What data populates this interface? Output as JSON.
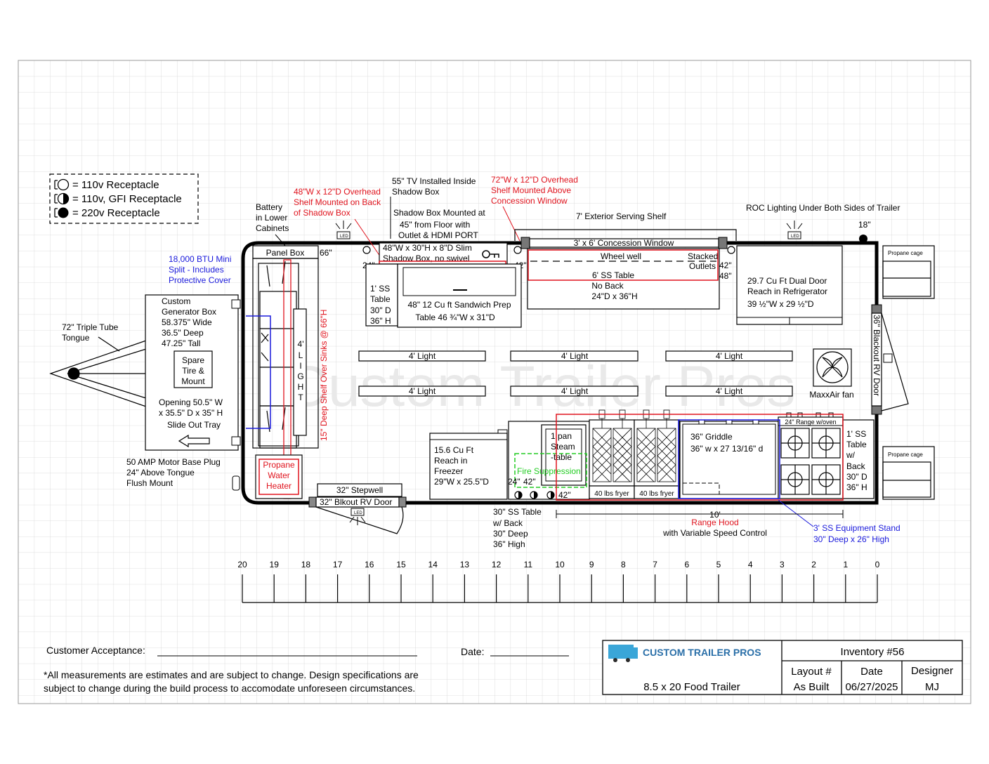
{
  "legend": {
    "r110": "= 110v Receptacle",
    "r110gfi": "= 110v, GFI Receptacle",
    "r220": "= 220v Receptacle"
  },
  "labels": {
    "mini_split": [
      "18,000 BTU Mini",
      "Split - Includes",
      "Protective Cover"
    ],
    "battery": [
      "Battery",
      "in Lower",
      "Cabinets"
    ],
    "shelf48": [
      "48\"W x 12\"D Overhead",
      "Shelf Mounted on Back",
      "of Shadow Box"
    ],
    "tv": [
      "55\" TV Installed Inside",
      "Shadow Box"
    ],
    "shadow_mount": [
      "Shadow Box Mounted at",
      "45\" from Floor with",
      "Outlet & HDMI PORT"
    ],
    "shelf72": [
      "72\"W x 12\"D Overhead",
      "Shelf Mounted Above",
      "Concession Window"
    ],
    "ext_shelf": "7' Exterior Serving Shelf",
    "roc": "ROC Lighting Under Both Sides of Trailer",
    "h18": "18\"",
    "panel_box": "Panel Box",
    "h66": "66\"",
    "h24a": "24\"",
    "shadowbox": [
      "48\"W x 30\"H x 8\"D Slim",
      "Shadow Box, no swivel"
    ],
    "h42a": "42\"",
    "concession": "3' x 6' Concession Window",
    "wheel_well": "Wheel well",
    "stacked": [
      "Stacked",
      "Outlets"
    ],
    "h42b": "42\"",
    "h48": "48\"",
    "ss6": [
      "6' SS Table",
      "No Back",
      "24\"D x 36\"H"
    ],
    "ss1a": [
      "1' SS",
      "Table",
      "30\" D",
      "36\" H"
    ],
    "prep": [
      "48\" 12 Cu ft Sandwich Prep",
      "Table 46 ¾\"W x 31\"D"
    ],
    "fridge": [
      "29.7 Cu Ft Dual Door",
      "Reach in Refrigerator",
      "39 ½\"W x 29 ½\"D"
    ],
    "propane_cage": "Propane cage",
    "gen_box": [
      "Custom",
      "Generator Box",
      "58.375\" Wide",
      "36.5\" Deep",
      "47.25\" Tall"
    ],
    "tongue": [
      "72\" Triple Tube",
      "Tongue"
    ],
    "spare": [
      "Spare",
      "Tire &",
      "Mount"
    ],
    "opening": [
      "Opening 50.5\" W",
      "x 35.5\" D x 35\" H",
      "Slide Out Tray"
    ],
    "light4": "4' Light",
    "light_v": [
      "4'",
      "L",
      "I",
      "G",
      "H",
      "T"
    ],
    "shelf15": "15\" Deep Shelf Over Sinks @ 66\"H",
    "maxxair": "MaxxAir fan",
    "rv_door36": "36\" Blackout RV Door",
    "motor_plug": [
      "50 AMP Motor Base Plug",
      "24\" Above Tongue",
      "Flush Mount"
    ],
    "water_heater": [
      "Propane",
      "Water",
      "Heater"
    ],
    "stepwell": "32\" Stepwell",
    "rv_door32": "32\" Blkout RV Door",
    "freezer": [
      "15.6 Cu Ft",
      "Reach in",
      "Freezer",
      "29\"W x 25.5\"D"
    ],
    "steam": [
      "1 pan",
      "Steam",
      "-table"
    ],
    "fire": "Fire Suppression",
    "h24b": "24\"",
    "h42c": "42\"",
    "h42d": "42\"",
    "fryer": "40 lbs fryer",
    "griddle": [
      "36\" Griddle",
      "36\" w x 27 13/16\" d"
    ],
    "range": "24\" Range w/oven",
    "ss1b": [
      "1' SS",
      "Table",
      "w/",
      "Back",
      "30\" D",
      "36\" H"
    ],
    "ss30": [
      "30\" SS Table",
      "w/ Back",
      "30\" Deep",
      "36\" High"
    ],
    "ten": "10'",
    "hood": "Range Hood",
    "hood2": "with Variable Speed Control",
    "equip": [
      "3' SS Equipment Stand",
      "30\" Deep x 26\" High"
    ],
    "led": "LED"
  },
  "watermark": "Custom Trailer Pros",
  "scale": [
    "20",
    "19",
    "18",
    "17",
    "16",
    "15",
    "14",
    "13",
    "12",
    "11",
    "10",
    "9",
    "8",
    "7",
    "6",
    "5",
    "4",
    "3",
    "2",
    "1",
    "0"
  ],
  "footer": {
    "acceptance": "Customer Acceptance:",
    "date_label": "Date:",
    "note": [
      "*All measurements are estimates and are subject to change. Design specifications are",
      "subject to change during the build process to accomodate unforeseen circumstances."
    ]
  },
  "title_block": {
    "company": "CUSTOM TRAILER PROS",
    "inventory": "Inventory #56",
    "trailer": "8.5 x 20 Food Trailer",
    "layout_label": "Layout #",
    "layout_value": "As Built",
    "date_label": "Date",
    "date_value": "06/27/2025",
    "designer_label": "Designer",
    "designer_value": "MJ"
  },
  "colors": {
    "red": "#e0141e",
    "blue": "#1a1adc",
    "green": "#22cc22",
    "grid": "#d6d6d6"
  }
}
